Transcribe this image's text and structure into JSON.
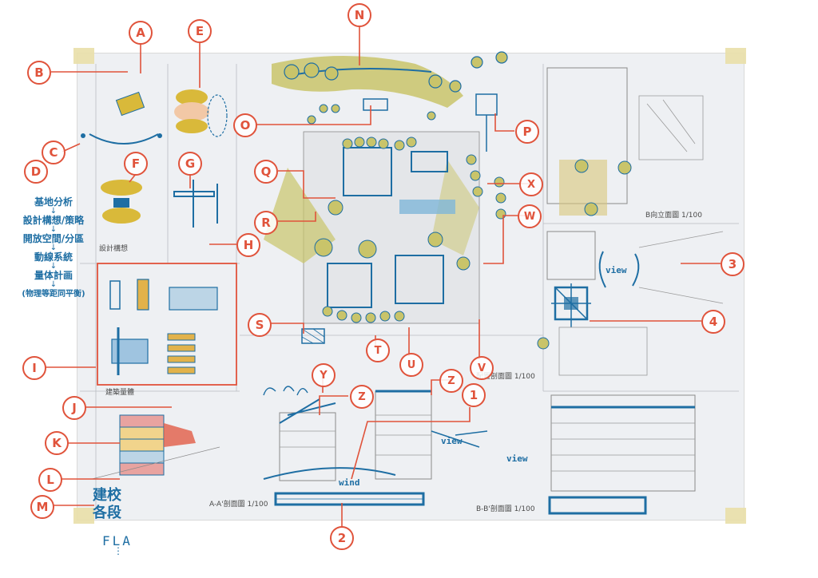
{
  "callouts": {
    "A": "A",
    "B": "B",
    "C": "C",
    "D": "D",
    "E": "E",
    "F": "F",
    "G": "G",
    "H": "H",
    "I": "I",
    "J": "J",
    "K": "K",
    "L": "L",
    "M": "M",
    "N": "N",
    "O": "O",
    "P": "P",
    "Q": "Q",
    "R": "R",
    "S": "S",
    "T": "T",
    "U": "U",
    "V": "V",
    "W": "W",
    "X": "X",
    "Y": "Y",
    "Z": "Z",
    "n1": "1",
    "n2": "2",
    "n3": "3",
    "n4": "4"
  },
  "process_flow": {
    "steps": [
      "基地分析",
      "設計構想/策略",
      "開放空間/分區",
      "動線系統",
      "量体計画",
      "(物理等距同平衡)"
    ],
    "arrow": "↓"
  },
  "bottom_title": {
    "line1": "建校",
    "line2": "各段",
    "fla": "FLA",
    "dots": "⋮"
  },
  "drawing_labels": {
    "design_concept": "設計構想",
    "building_volume": "建築量體",
    "section_aa": "A-A'剖面圖 1/100",
    "section_bb": "B-B'剖面圖 1/100",
    "elevation_b": "B向立面圖 1/100",
    "plan_a": "配置剖面圖 1/100",
    "wind": "wind",
    "view": "view"
  },
  "colors": {
    "callout": "#e0533b",
    "ink": "#1e6ea3",
    "landscape": "#c9c46a",
    "water": "#7fb6d8",
    "pencil": "#8a8a8a"
  }
}
